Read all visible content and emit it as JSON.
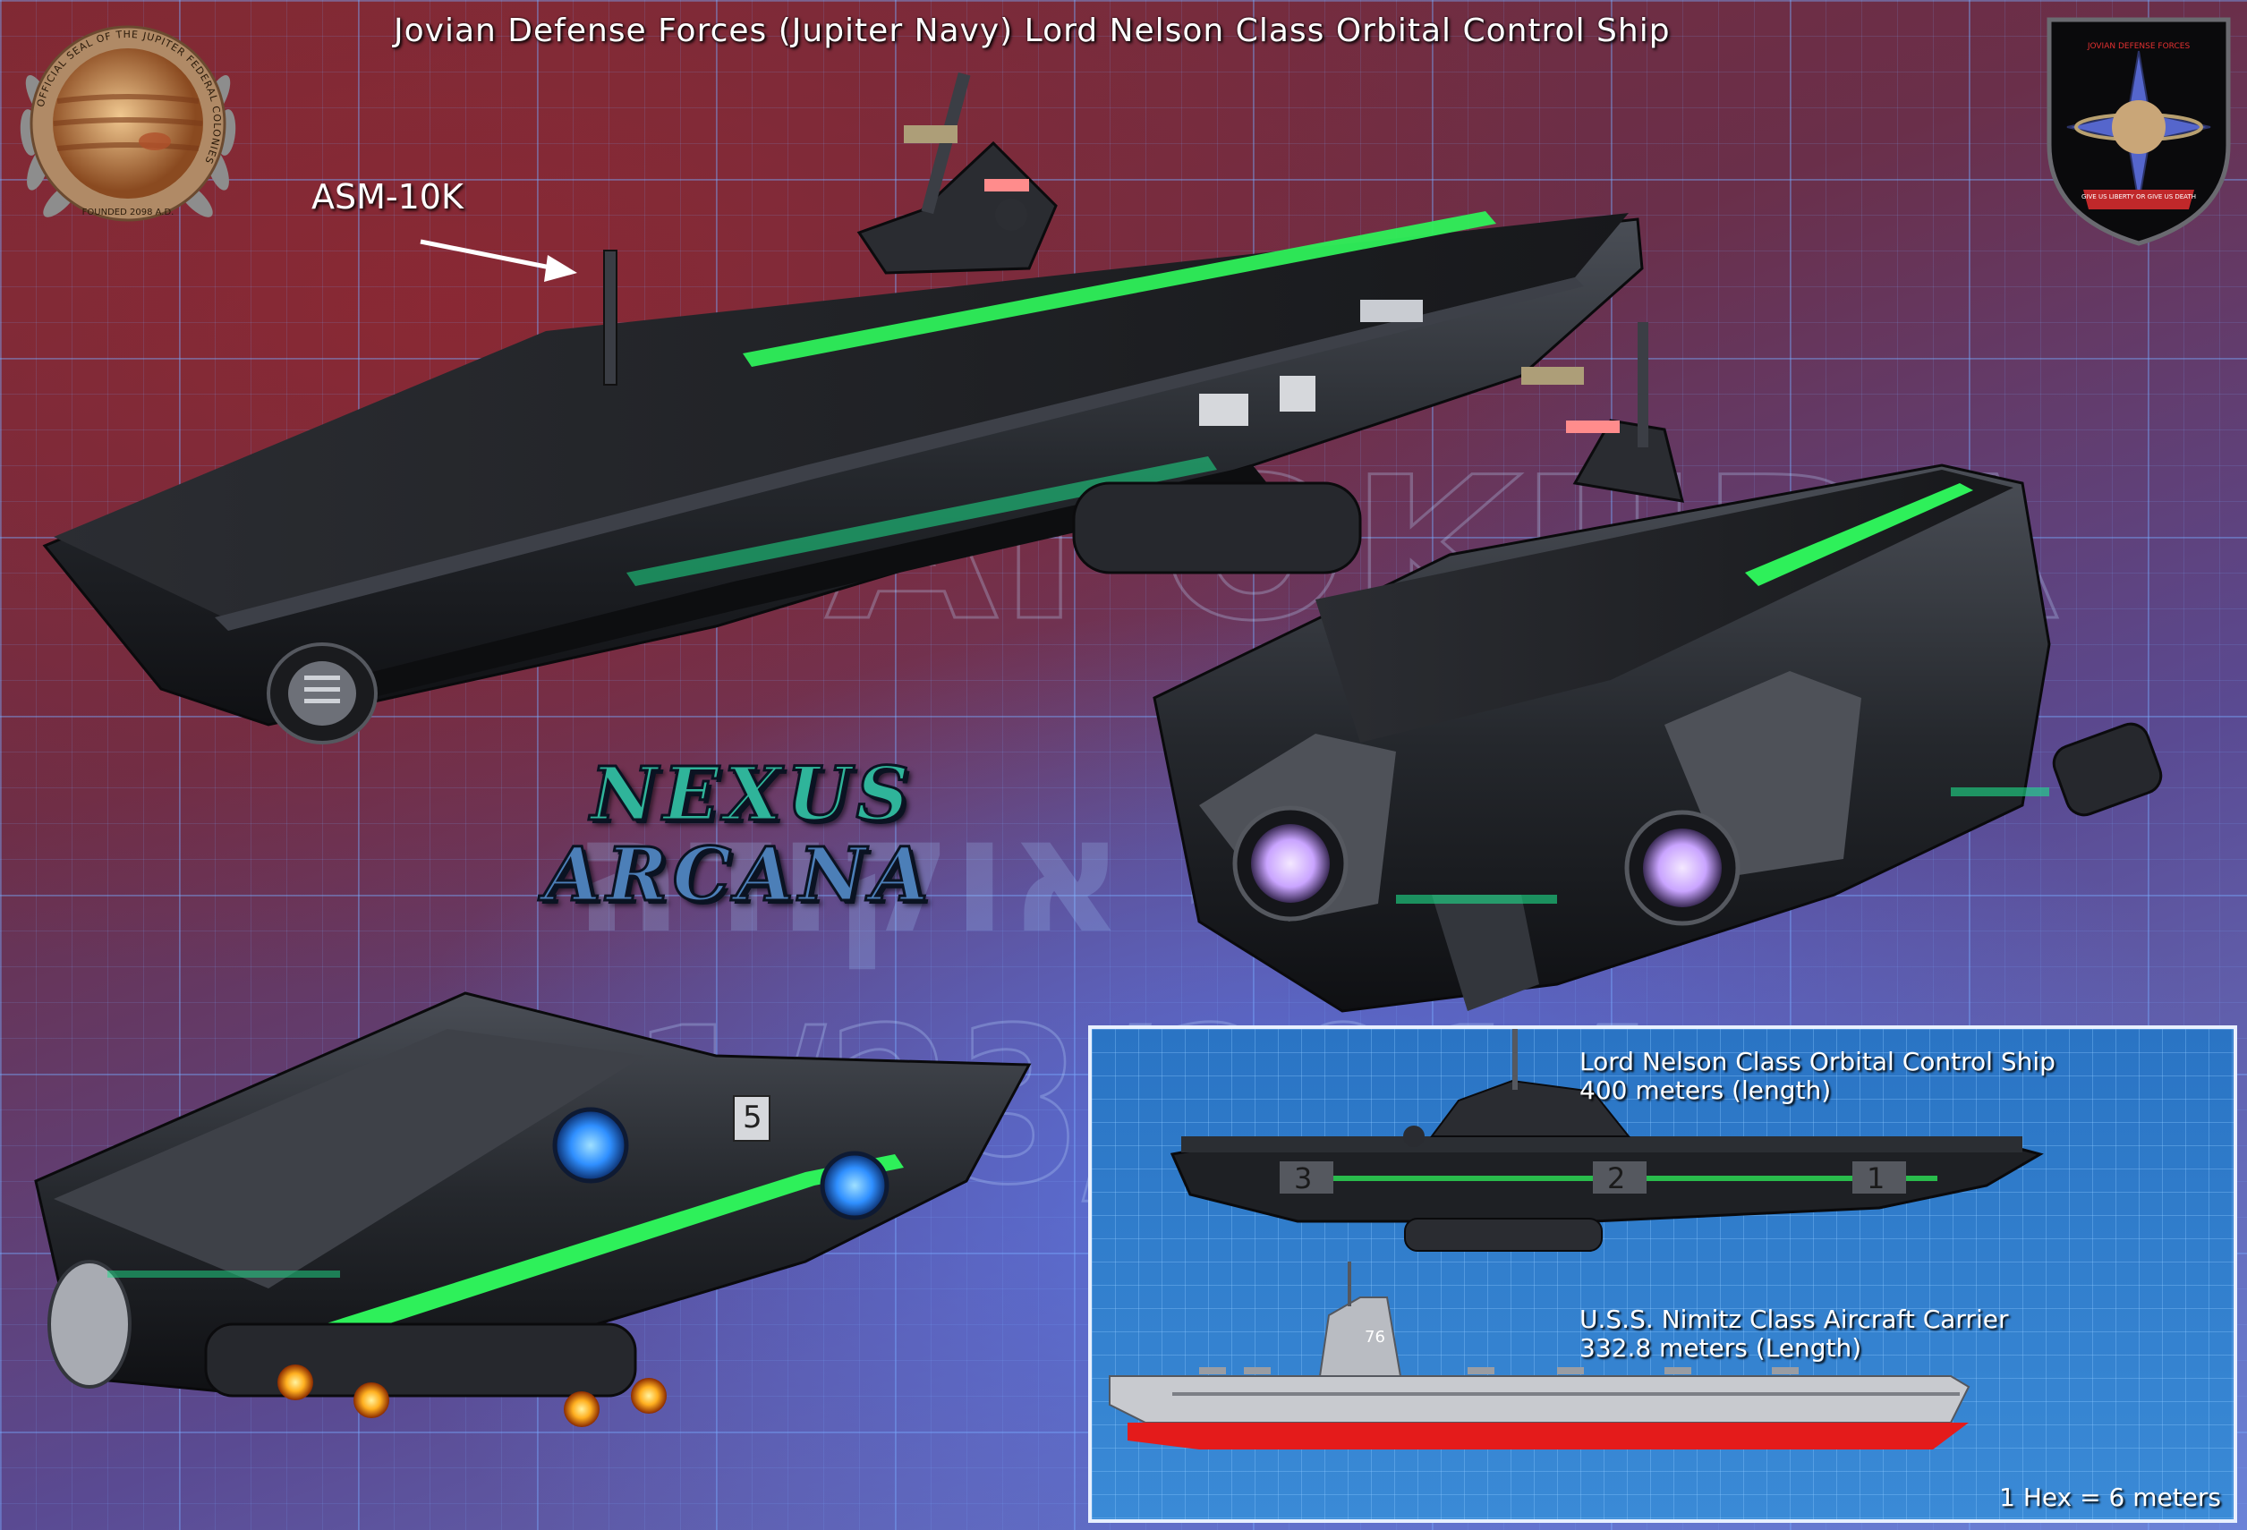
{
  "header": {
    "title": "Jovian Defense Forces (Jupiter Navy) Lord Nelson Class Orbital Control Ship"
  },
  "callout": {
    "label": "ASM-10K"
  },
  "logo": {
    "line1": "NEXUS",
    "line2": "ARCANA"
  },
  "watermark": {
    "name": "KODAI OKUDA",
    "hebrew": "קודאי אוקודה",
    "date": "11/23/2014"
  },
  "seal": {
    "ring_text": "OFFICIAL SEAL OF THE JUPITER FEDERAL COLONIES",
    "founded": "FOUNDED 2098 A.D."
  },
  "emblem": {
    "top_text": "JOVIAN DEFENSE FORCES",
    "motto": "GIVE US LIBERTY OR GIVE US DEATH"
  },
  "comparison": {
    "ship_name": "Lord Nelson Class Orbital Control Ship",
    "ship_length": "400 meters (length)",
    "hull_numbers": [
      "3",
      "2",
      "1"
    ],
    "nimitz_name": "U.S.S. Nimitz Class Aircraft Carrier",
    "nimitz_length": "332.8 meters (Length)",
    "nimitz_hull_number": "76",
    "scale": "1 Hex = 6 meters"
  },
  "ship_markings": {
    "hull_number": "5"
  },
  "colors": {
    "hull_dark": "#1c1e22",
    "hull_mid": "#3a3d44",
    "accent_green": "#2ef05a",
    "engine_violet": "#d9b8ff",
    "engine_blue": "#2f8fff",
    "thruster_orange": "#ffb020",
    "panel_blue": "#3a8ad6",
    "nimitz_red": "#e41b1b"
  }
}
